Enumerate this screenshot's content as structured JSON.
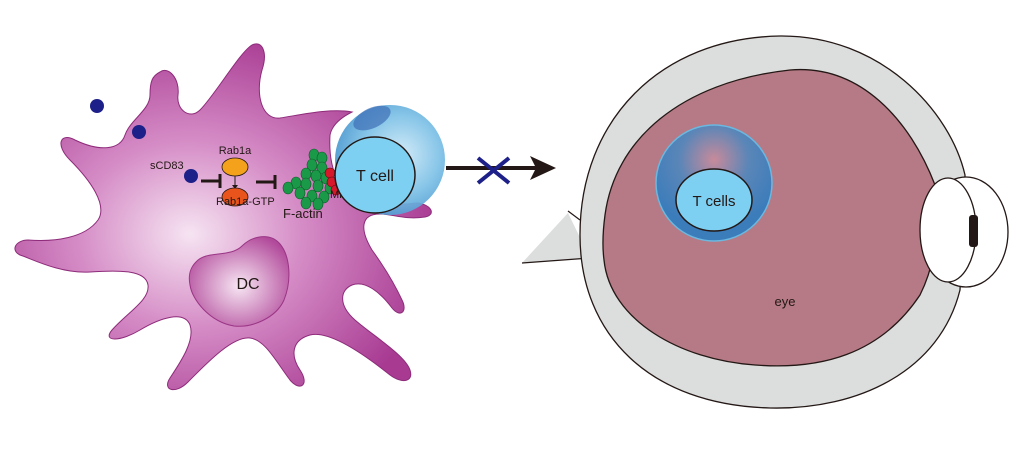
{
  "diagram": {
    "dc": {
      "cell_label": "DC",
      "soluble_marker": "sCD83",
      "rab1a_label": "Rab1a",
      "rab1a_gtp_label": "Rab1a-GTP",
      "factin_label": "F-actin",
      "mhc_label": "MHC-II"
    },
    "tcell": {
      "label": "T cell"
    },
    "migration": {
      "blocked": true
    },
    "eye": {
      "label": "eye",
      "tcells_label": "T cells"
    },
    "colors": {
      "dc_fill": "#b0419a",
      "dc_fill_light": "#f4e0f0",
      "sCD83": "#1d2088",
      "rab1a": "#f4a21b",
      "rab1a_gtp": "#e8541c",
      "factin": "#1a9a48",
      "mhc": "#d7172a",
      "tcell_outer": "#4fa3d8",
      "tcell_inner": "#7dd0f2",
      "block_x": "#1d2088",
      "eye_sclera": "#dcdddd",
      "eye_interior": "#b57a85",
      "stroke": "#231815"
    }
  }
}
